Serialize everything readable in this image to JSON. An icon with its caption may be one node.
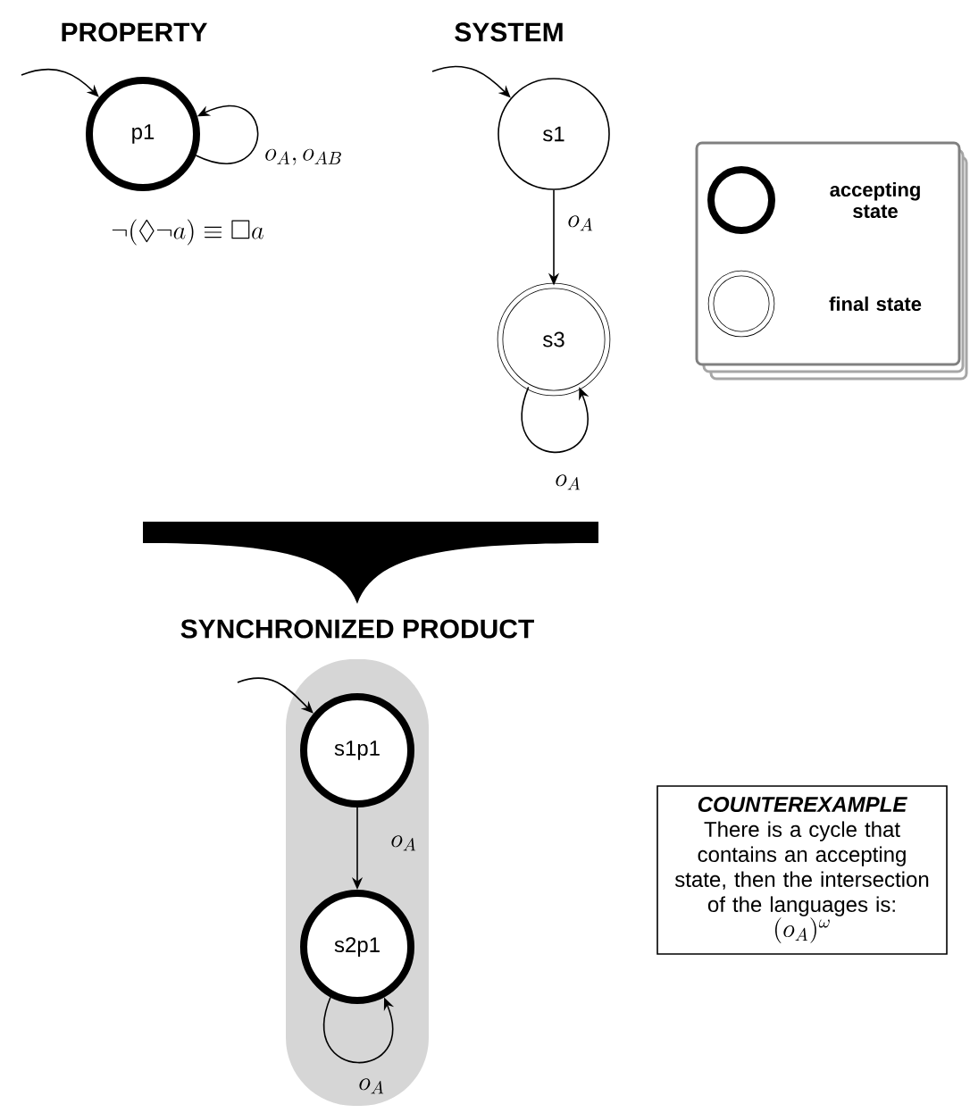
{
  "diagram": {
    "nodes": [
      {
        "text": [
          "p1"
        ]
      },
      {
        "text": [
          "s1"
        ]
      },
      {
        "text": [
          "s3"
        ]
      },
      {
        "text": [
          "SYNCHRONIZED PRODUCT"
        ]
      },
      {
        "text": [
          "s1p1"
        ],
        "in": 3
      },
      {
        "text": [
          "s2p1"
        ],
        "in": 3
      },
      {
        "text": [
          "COUNTEREXAMPLE",
          "There is a cycle that contains an accepting state, then the intersection of the languages is:",
          "(o_A)^\\omega"
        ]
      }
    ],
    "edges": [
      {
        "from": null,
        "to": 0,
        "arrow": "to"
      },
      {
        "from": 0,
        "to": 0,
        "arrow": "to",
        "label": "o_A,o_{AB}"
      },
      {
        "from": null,
        "to": 1,
        "arrow": "to"
      },
      {
        "from": 1,
        "to": 2,
        "arrow": "to",
        "label": "o_A"
      },
      {
        "from": 2,
        "to": 2,
        "arrow": "to",
        "label": "o_A"
      },
      {
        "from": null,
        "to": 4,
        "arrow": "to"
      },
      {
        "from": 4,
        "to": 5,
        "arrow": "to",
        "label": "o_A"
      },
      {
        "from": 5,
        "to": 5,
        "arrow": "to",
        "label": "o_A"
      }
    ],
    "labels": [
      "PROPERTY",
      "SYSTEM",
      "\\neg(\\Diamond\\neg a) \\equiv \\Box a"
    ],
    "legend": [
      {
        "text": "accepting state"
      },
      {
        "text": "final state"
      }
    ]
  }
}
